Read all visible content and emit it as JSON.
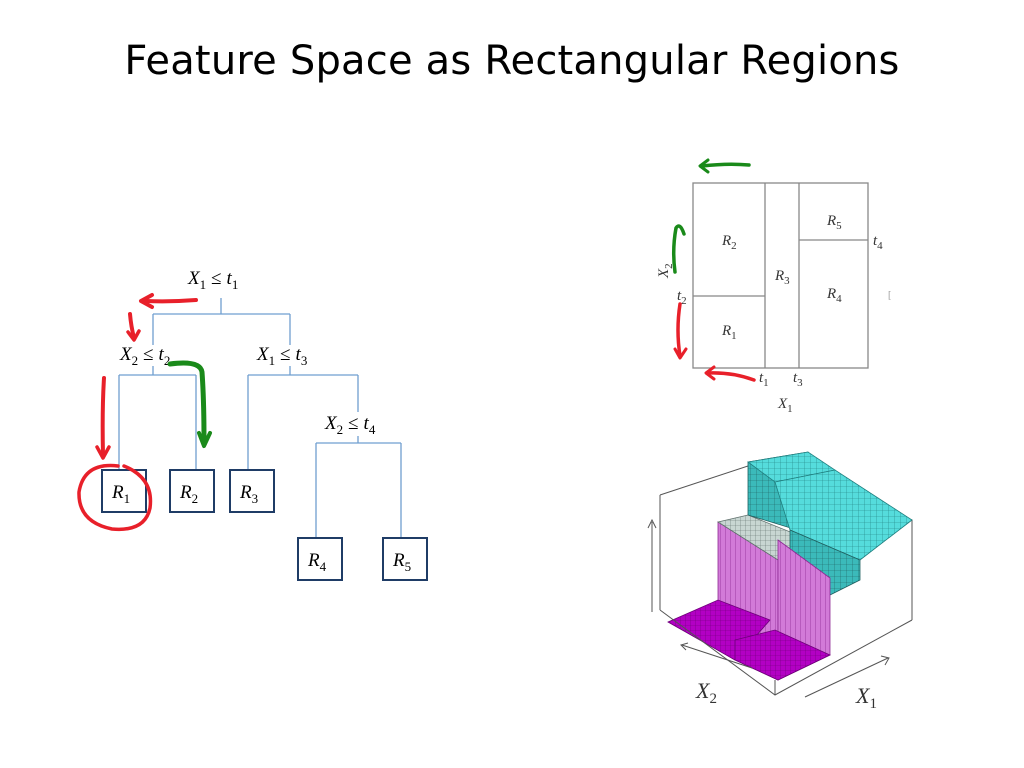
{
  "slide": {
    "title": "Feature Space as Rectangular Regions"
  },
  "tree": {
    "root": {
      "var": "X",
      "var_sub": "1",
      "op": "≤",
      "thr": "t",
      "thr_sub": "1"
    },
    "left": {
      "var": "X",
      "var_sub": "2",
      "op": "≤",
      "thr": "t",
      "thr_sub": "2"
    },
    "right": {
      "var": "X",
      "var_sub": "1",
      "op": "≤",
      "thr": "t",
      "thr_sub": "3"
    },
    "rright": {
      "var": "X",
      "var_sub": "2",
      "op": "≤",
      "thr": "t",
      "thr_sub": "4"
    },
    "leaves": [
      {
        "name": "R",
        "sub": "1"
      },
      {
        "name": "R",
        "sub": "2"
      },
      {
        "name": "R",
        "sub": "3"
      },
      {
        "name": "R",
        "sub": "4"
      },
      {
        "name": "R",
        "sub": "5"
      }
    ]
  },
  "partition": {
    "regions": [
      {
        "name": "R",
        "sub": "1"
      },
      {
        "name": "R",
        "sub": "2"
      },
      {
        "name": "R",
        "sub": "3"
      },
      {
        "name": "R",
        "sub": "4"
      },
      {
        "name": "R",
        "sub": "5"
      }
    ],
    "x_axis": {
      "name": "X",
      "sub": "1"
    },
    "y_axis": {
      "name": "X",
      "sub": "2"
    },
    "ticks": {
      "t1": {
        "name": "t",
        "sub": "1"
      },
      "t2": {
        "name": "t",
        "sub": "2"
      },
      "t3": {
        "name": "t",
        "sub": "3"
      },
      "t4": {
        "name": "t",
        "sub": "4"
      }
    }
  },
  "surface": {
    "x1_label": {
      "name": "X",
      "sub": "1"
    },
    "x2_label": {
      "name": "X",
      "sub": "2"
    }
  },
  "colors": {
    "tree_line": "#6f9fd0",
    "leaf_box": "#1f3c66",
    "annotation_red": "#e8202a",
    "annotation_green": "#1a8a1a",
    "surface_cyan": "#4fd6d6",
    "surface_magenta": "#c94fd0",
    "surface_dark_magenta": "#b000c0"
  }
}
